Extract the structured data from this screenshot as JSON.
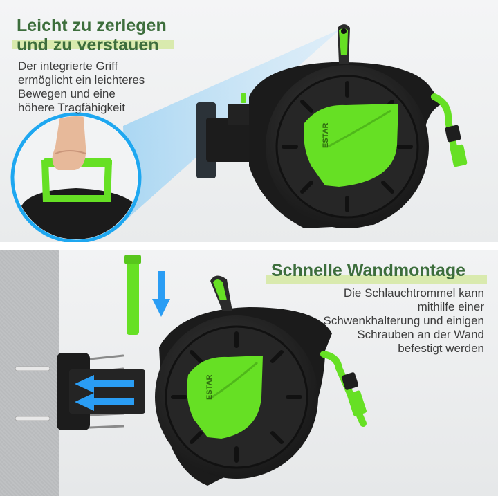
{
  "top": {
    "headline_line1": "Leicht zu zerlegen",
    "headline_line2": "und zu verstauen",
    "body_lines": [
      "Der integrierte Griff",
      "ermöglicht ein leichteres",
      "Bewegen und eine",
      "höhere Tragfähigkeit"
    ]
  },
  "bottom": {
    "headline": "Schnelle Wandmontage",
    "body_lines": [
      "Die Schlauchtrommel kann",
      "mithilfe einer",
      "Schwenkhalterung und einigen",
      "Schrauben an der Wand",
      "befestigt werden"
    ]
  },
  "brand": "ESTAR",
  "icons": [
    "handle-spotlight-icon",
    "hand-holding-handle-icon",
    "arrow-down-icon",
    "arrow-left-icon",
    "screw-icon"
  ],
  "colors": {
    "accent_green": "#66e024",
    "headline_green": "#3d6e3c",
    "highlight_bar": "#d9eaae",
    "reel_black": "#1e1e1e",
    "arrow_blue": "#2a9df4"
  }
}
